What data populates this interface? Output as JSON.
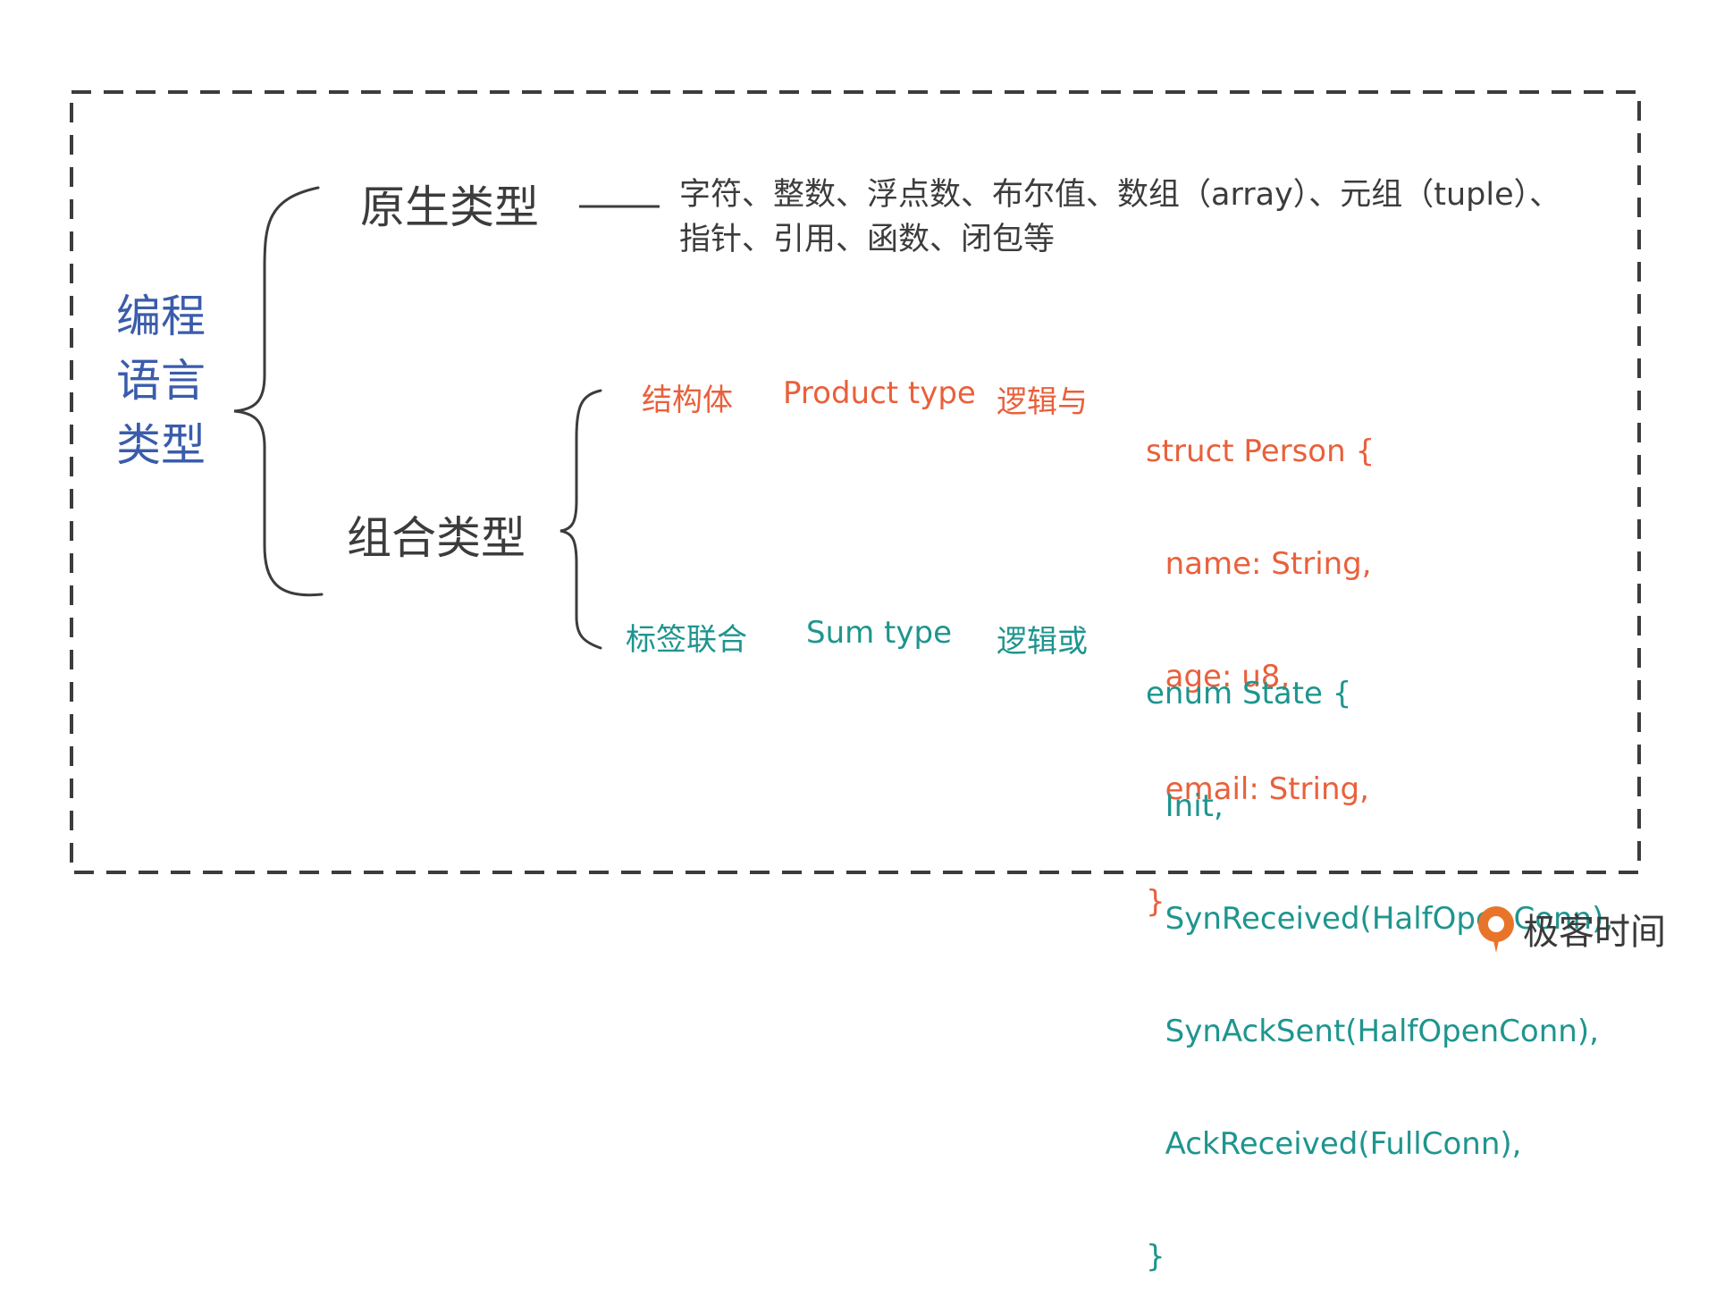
{
  "root": {
    "title_lines": [
      "编程",
      "语言",
      "类型"
    ]
  },
  "primitive": {
    "label": "原生类型",
    "items_lines": [
      "字符、整数、浮点数、布尔值、数组（array）、元组（tuple）、",
      "指针、引用、函数、闭包等"
    ]
  },
  "compound": {
    "label": "组合类型",
    "struct_row": {
      "cn": "结构体",
      "en": "Product type",
      "logic": "逻辑与",
      "code_lines": [
        "struct Person {",
        "  name: String,",
        "  age: u8,",
        "  email: String,",
        "}"
      ]
    },
    "enum_row": {
      "cn": "标签联合",
      "en": "Sum type",
      "logic": "逻辑或",
      "code_lines": [
        "enum State {",
        "  Init,",
        "  SynReceived(HalfOpenConn),",
        "  SynAckSent(HalfOpenConn),",
        "  AckReceived(FullConn),",
        "}"
      ]
    }
  },
  "brand": {
    "name": "极客时间"
  },
  "colors": {
    "root_title": "#3a5cab",
    "struct": "#e9603b",
    "enum": "#1e958e",
    "text": "#3c3c3c",
    "frame": "#3c3c3c",
    "brand_logo": "#e8742a"
  }
}
